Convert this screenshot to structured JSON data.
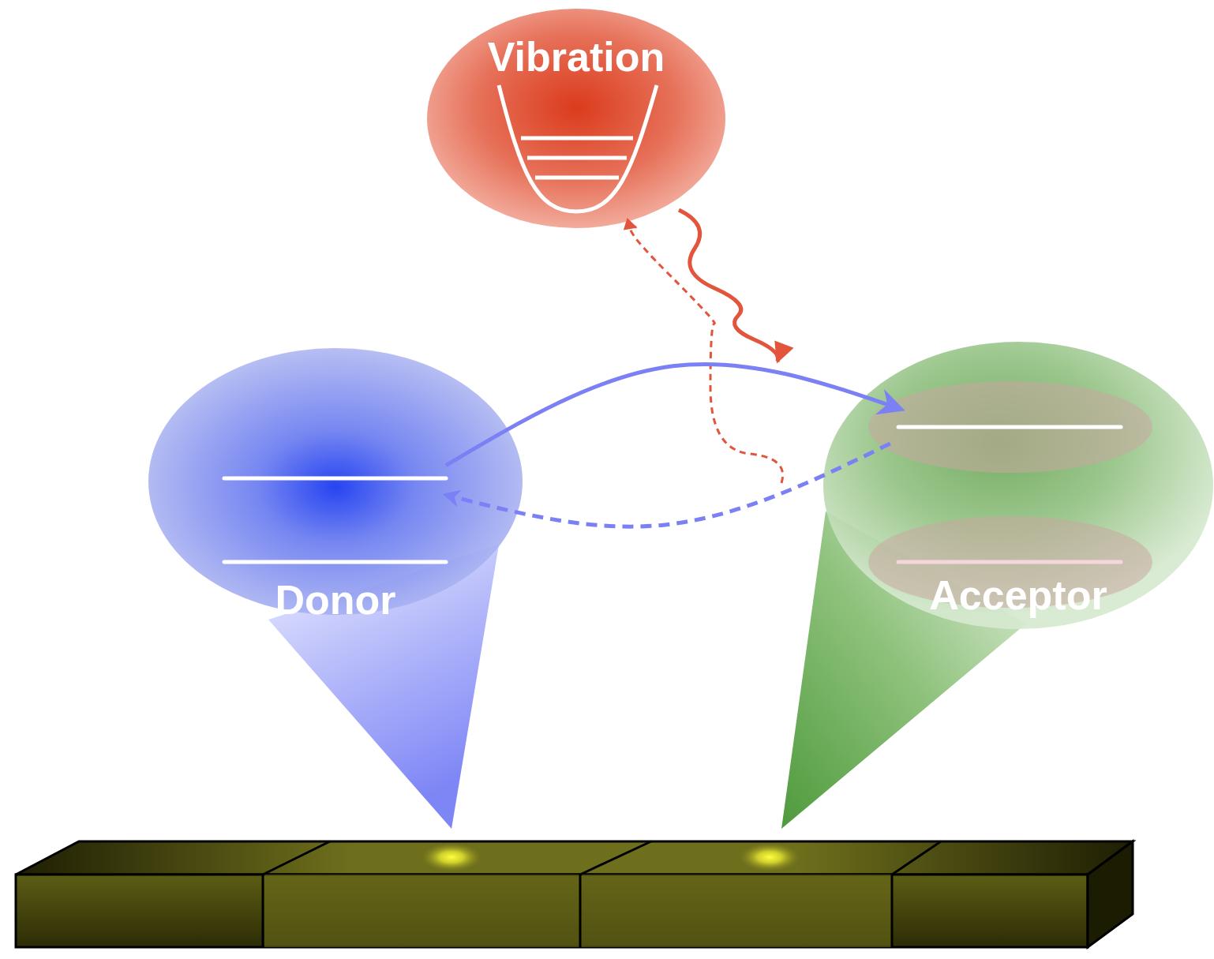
{
  "diagram": {
    "nodes": [
      {
        "text": [
          "Vibration"
        ]
      },
      {
        "text": [
          "Donor"
        ]
      },
      {
        "text": [
          "Acceptor"
        ]
      }
    ],
    "edges": [
      {
        "from": 1,
        "to": 2,
        "arrow": "to"
      },
      {
        "from": 2,
        "to": 1,
        "arrow": "to"
      }
    ]
  }
}
